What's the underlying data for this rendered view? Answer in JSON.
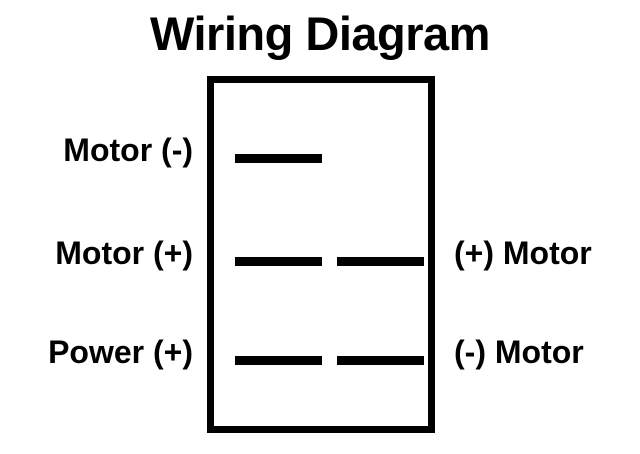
{
  "diagram": {
    "title": "Wiring Diagram",
    "type": "rocker-switch-wiring-diagram",
    "colors": {
      "ink": "#000000",
      "background": "#ffffff"
    },
    "switch_body": {
      "shape": "rectangle",
      "border_color": "#000000"
    },
    "terminal_rows": [
      {
        "row": 1,
        "left_label": "Motor (-)",
        "right_label": "",
        "left_bar": true,
        "right_bar": false
      },
      {
        "row": 2,
        "left_label": "Motor (+)",
        "right_label": "(+) Motor",
        "left_bar": true,
        "right_bar": true
      },
      {
        "row": 3,
        "left_label": "Power (+)",
        "right_label": "(-) Motor",
        "left_bar": true,
        "right_bar": true
      }
    ]
  }
}
